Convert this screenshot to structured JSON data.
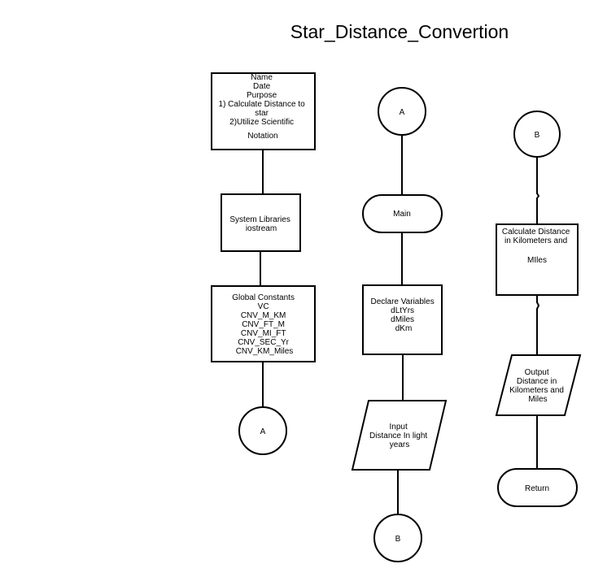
{
  "title": "Star_Distance_Convertion",
  "column1": {
    "header_box": [
      "Name",
      "Date",
      "Purpose",
      "1) Calculate Distance to",
      "star",
      "2)Utilize Scientific",
      "",
      "Notation"
    ],
    "libraries_box": [
      "System Libraries",
      "iostream"
    ],
    "constants_box": [
      "Global Constants",
      "VC",
      "CNV_M_KM",
      "CNV_FT_M",
      "CNV_MI_FT",
      "CNV_SEC_Yr",
      "CNV_KM_Miles"
    ],
    "connector": "A"
  },
  "column2": {
    "connector_top": "A",
    "main_terminal": "Main",
    "declare_box": [
      "Declare Variables",
      "dLtYrs",
      "dMiles",
      "dKm"
    ],
    "input_box": [
      "Input",
      "Distance In light",
      "years"
    ],
    "connector_bottom": "B"
  },
  "column3": {
    "connector_top": "B",
    "calculate_box": [
      "Calculate Distance",
      "in Kilometers and",
      "",
      "MIles"
    ],
    "output_box": [
      "Output",
      "Distance in",
      "Kilometers and",
      "Miles"
    ],
    "return_terminal": "Return"
  }
}
